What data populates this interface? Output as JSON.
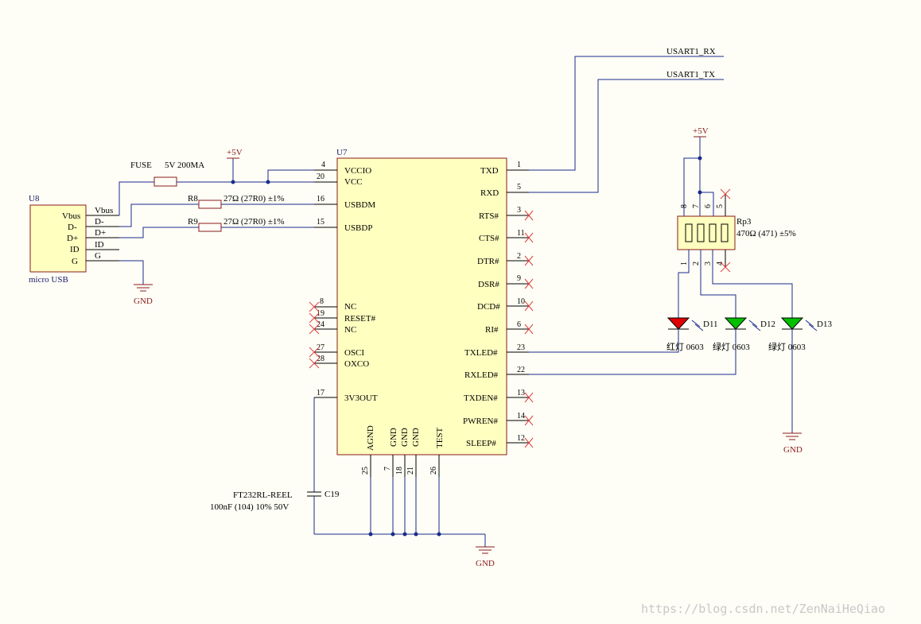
{
  "components": {
    "u8": {
      "ref": "U8",
      "name": "micro USB",
      "pins": [
        "Vbus",
        "D-",
        "D+",
        "ID",
        "G"
      ]
    },
    "u7": {
      "ref": "U7",
      "part": "FT232RL-REEL"
    },
    "fuse": {
      "label": "FUSE",
      "value": "5V 200MA"
    },
    "r8": {
      "ref": "R8",
      "value": "27Ω (27R0) ±1%"
    },
    "r9": {
      "ref": "R9",
      "value": "27Ω (27R0) ±1%"
    },
    "rp3": {
      "ref": "Rp3",
      "value": "470Ω (471) ±5%"
    },
    "c19": {
      "ref": "C19",
      "value": "100nF (104) 10% 50V"
    },
    "d11": {
      "ref": "D11",
      "label": "红灯 0603"
    },
    "d12": {
      "ref": "D12",
      "label": "绿灯 0603"
    },
    "d13": {
      "ref": "D13",
      "label": "绿灯 0603"
    }
  },
  "nets": {
    "p5v": "+5V",
    "gnd": "GND",
    "rx": "USART1_RX",
    "tx": "USART1_TX"
  },
  "u7_left_pins": [
    {
      "num": "4",
      "name": "VCCIO"
    },
    {
      "num": "20",
      "name": "VCC"
    },
    {
      "num": "16",
      "name": "USBDM"
    },
    {
      "num": "15",
      "name": "USBDP"
    },
    {
      "num": "8",
      "name": "NC"
    },
    {
      "num": "19",
      "name": "RESET#"
    },
    {
      "num": "24",
      "name": "NC"
    },
    {
      "num": "27",
      "name": "OSCI"
    },
    {
      "num": "28",
      "name": "OXCO"
    },
    {
      "num": "17",
      "name": "3V3OUT"
    }
  ],
  "u7_right_pins": [
    {
      "num": "1",
      "name": "TXD"
    },
    {
      "num": "5",
      "name": "RXD"
    },
    {
      "num": "3",
      "name": "RTS#"
    },
    {
      "num": "11",
      "name": "CTS#"
    },
    {
      "num": "2",
      "name": "DTR#"
    },
    {
      "num": "9",
      "name": "DSR#"
    },
    {
      "num": "10",
      "name": "DCD#"
    },
    {
      "num": "6",
      "name": "RI#"
    },
    {
      "num": "23",
      "name": "TXLED#"
    },
    {
      "num": "22",
      "name": "RXLED#"
    },
    {
      "num": "13",
      "name": "TXDEN#"
    },
    {
      "num": "14",
      "name": "PWREN#"
    },
    {
      "num": "12",
      "name": "SLEEP#"
    }
  ],
  "u7_bottom_pins": [
    {
      "num": "25",
      "name": "AGND"
    },
    {
      "num": "7",
      "name": "GND"
    },
    {
      "num": "18",
      "name": "GND"
    },
    {
      "num": "21",
      "name": "GND"
    },
    {
      "num": "26",
      "name": "TEST"
    }
  ],
  "rp3_pins_top": [
    "8",
    "7",
    "6",
    "5"
  ],
  "rp3_pins_bottom": [
    "1",
    "2",
    "3",
    "4"
  ],
  "watermark": "https://blog.csdn.net/ZenNaiHeQiao",
  "colors": {
    "wire": "#1b2a8c",
    "component_fill": "#FFFFC0",
    "led_red": "#e00000",
    "led_green": "#00c000",
    "net_power": "#8B1A1A",
    "no_connect": "#e04040"
  }
}
